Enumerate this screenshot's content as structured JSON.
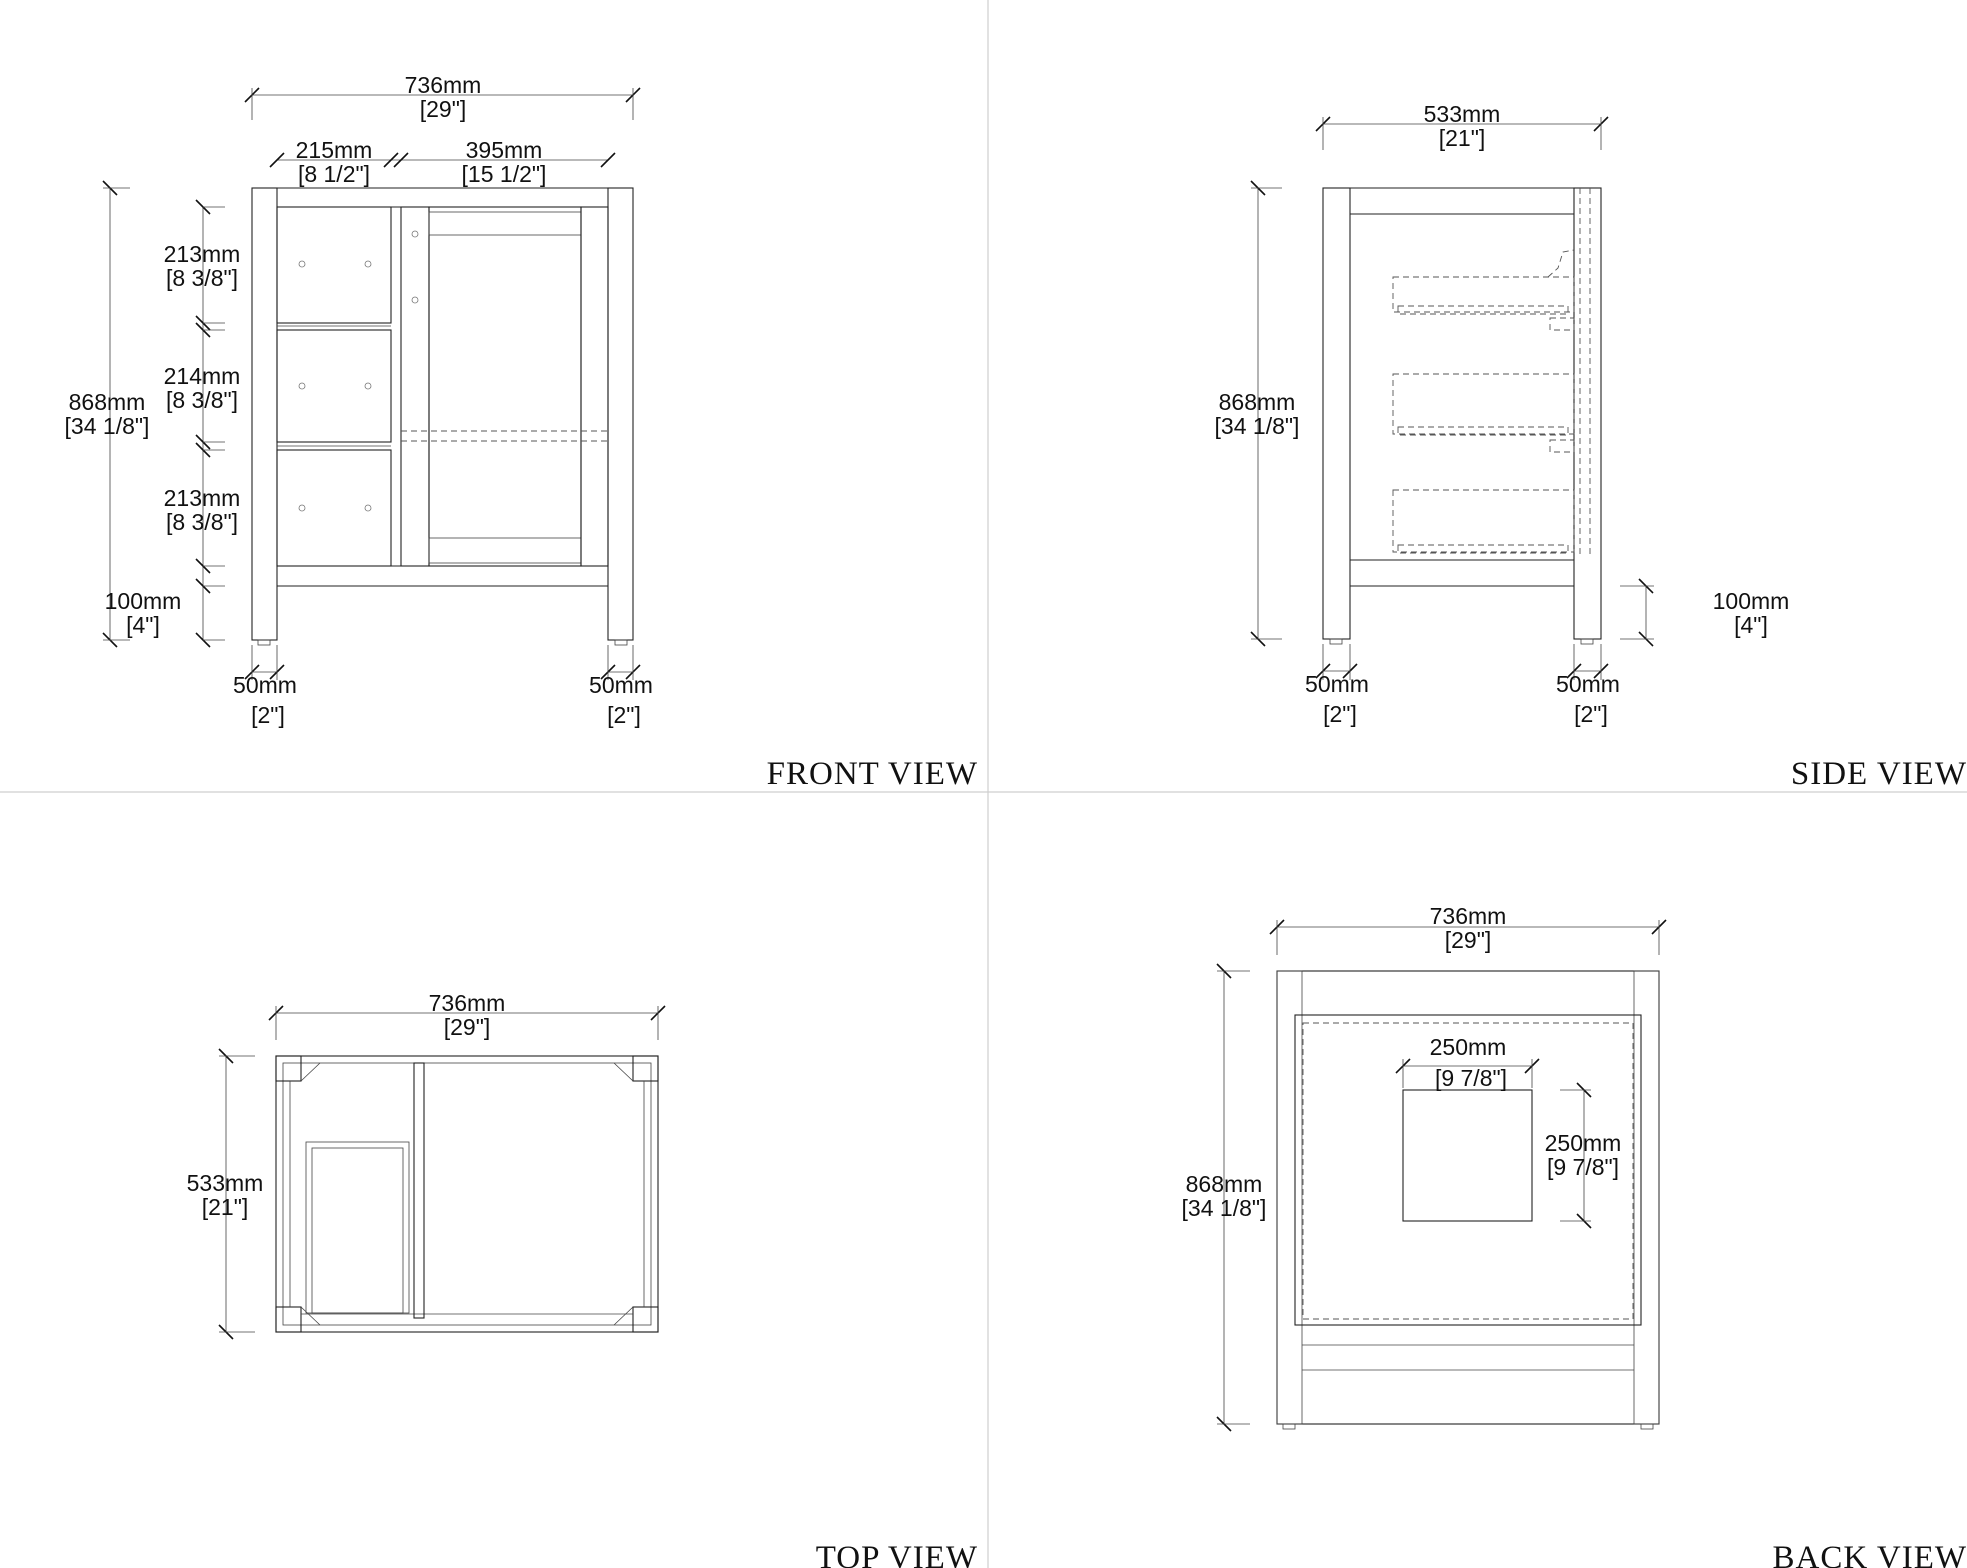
{
  "views": {
    "front": {
      "title": "FRONT VIEW",
      "overall_width": [
        "736mm",
        "[29\"]"
      ],
      "drawer_width": [
        "215mm",
        "[8 1/2\"]"
      ],
      "door_width": [
        "395mm",
        "[15 1/2\"]"
      ],
      "overall_height": [
        "868mm",
        "[34 1/8\"]"
      ],
      "drawer1_height": [
        "213mm",
        "[8 3/8\"]"
      ],
      "drawer2_height": [
        "214mm",
        "[8 3/8\"]"
      ],
      "drawer3_height": [
        "213mm",
        "[8 3/8\"]"
      ],
      "leg_height": [
        "100mm",
        "[4\"]"
      ],
      "left_leg_width": [
        "50mm",
        "[2\"]"
      ],
      "right_leg_width": [
        "50mm",
        "[2\"]"
      ]
    },
    "side": {
      "title": "SIDE VIEW",
      "overall_depth": [
        "533mm",
        "[21\"]"
      ],
      "overall_height": [
        "868mm",
        "[34 1/8\"]"
      ],
      "leg_height": [
        "100mm",
        "[4\"]"
      ],
      "left_leg_width": [
        "50mm",
        "[2\"]"
      ],
      "right_leg_width": [
        "50mm",
        "[2\"]"
      ]
    },
    "top": {
      "title": "TOP VIEW",
      "overall_width": [
        "736mm",
        "[29\"]"
      ],
      "overall_depth": [
        "533mm",
        "[21\"]"
      ]
    },
    "back": {
      "title": "BACK VIEW",
      "overall_width": [
        "736mm",
        "[29\"]"
      ],
      "overall_height": [
        "868mm",
        "[34 1/8\"]"
      ],
      "cutout_width": [
        "250mm",
        "[9 7/8\"]"
      ],
      "cutout_height": [
        "250mm",
        "[9 7/8\"]"
      ]
    }
  }
}
